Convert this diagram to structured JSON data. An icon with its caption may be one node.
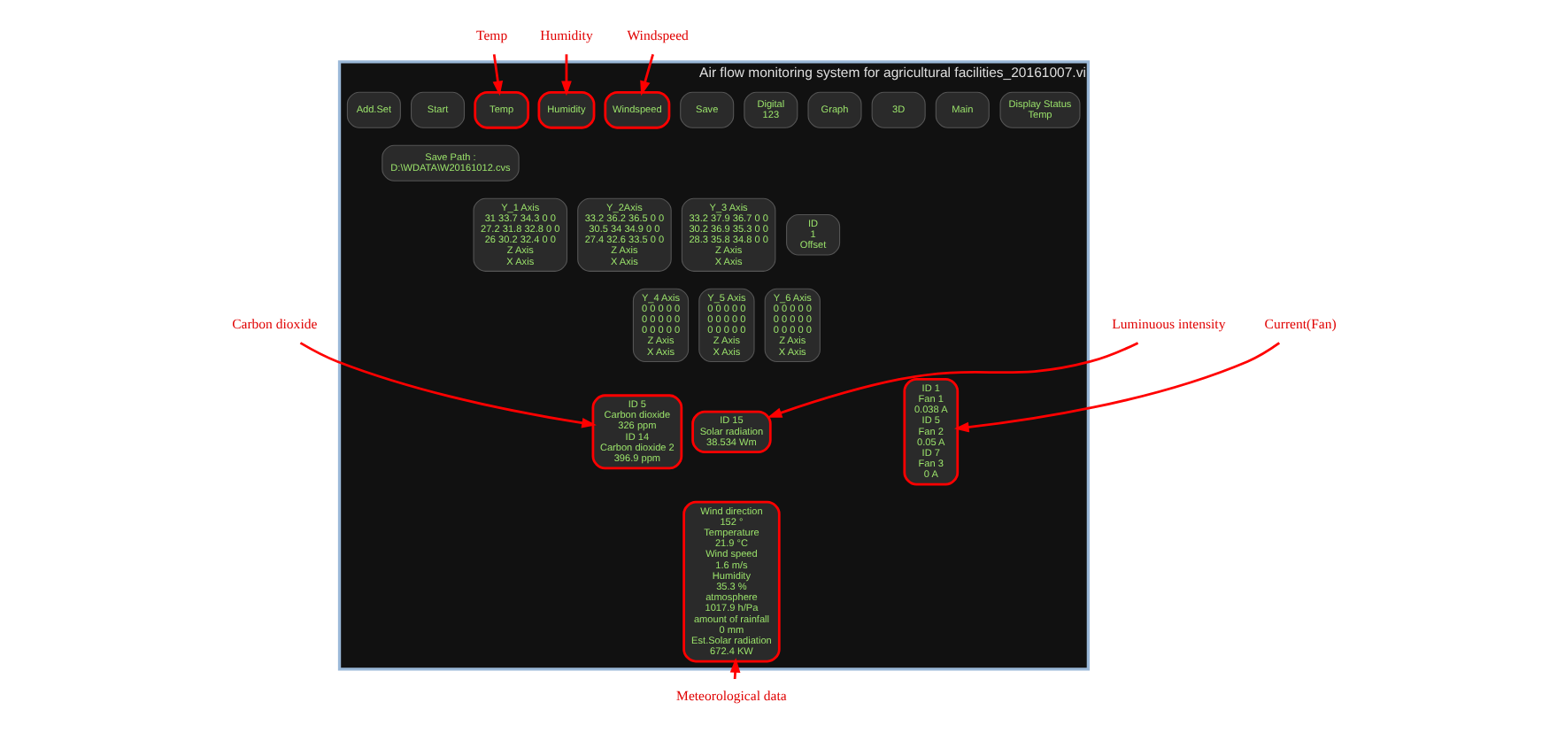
{
  "diagram": {
    "nodes": [
      {
        "text": [
          "Air flow monitoring system for agricultural facilities_20161007.vi"
        ]
      },
      {
        "text": [
          "Add.Set"
        ],
        "in": 0
      },
      {
        "text": [
          "Start"
        ],
        "in": 0
      },
      {
        "text": [
          "Temp"
        ],
        "in": 0
      },
      {
        "text": [
          "Humidity"
        ],
        "in": 0
      },
      {
        "text": [
          "Windspeed"
        ],
        "in": 0
      },
      {
        "text": [
          "Save"
        ],
        "in": 0
      },
      {
        "text": [
          "Digital",
          "123"
        ],
        "in": 0
      },
      {
        "text": [
          "Graph"
        ],
        "in": 0
      },
      {
        "text": [
          "3D"
        ],
        "in": 0
      },
      {
        "text": [
          "Main"
        ],
        "in": 0
      },
      {
        "text": [
          "Display Status",
          "Temp"
        ],
        "in": 0
      },
      {
        "text": [
          "Save Path :",
          "D:\\WDATA\\W20161012.cvs"
        ],
        "in": 0
      },
      {
        "text": [
          "Y_1 Axis",
          "31 33.7 34.3 0 0",
          "27.2 31.8 32.8 0 0",
          "26 30.2 32.4 0 0",
          "Z Axis",
          "X Axis"
        ],
        "in": 0
      },
      {
        "text": [
          "Y_2Axis",
          "33.2 36.2 36.5 0 0",
          "30.5 34 34.9 0 0",
          "27.4 32.6 33.5 0 0",
          "Z Axis",
          "X Axis"
        ],
        "in": 0
      },
      {
        "text": [
          "Y_3 Axis",
          "33.2 37.9 36.7 0 0",
          "30.2 36.9 35.3 0 0",
          "28.3 35.8 34.8 0 0",
          "Z Axis",
          "X Axis"
        ],
        "in": 0
      },
      {
        "text": [
          "Y_4 Axis",
          "0 0 0 0 0",
          "0 0 0 0 0",
          "0 0 0 0 0",
          "Z Axis",
          "X Axis"
        ],
        "in": 0
      },
      {
        "text": [
          "Y_5 Axis",
          "0 0 0 0 0",
          "0 0 0 0 0",
          "0 0 0 0 0",
          "Z Axis",
          "X Axis"
        ],
        "in": 0
      },
      {
        "text": [
          "Y_6 Axis",
          "0 0 0 0 0",
          "0 0 0 0 0",
          "0 0 0 0 0",
          "Z Axis",
          "X Axis"
        ],
        "in": 0
      },
      {
        "text": [
          "ID",
          "1",
          "Offset"
        ],
        "in": 0
      },
      {
        "text": [
          "ID 15",
          "Solar radiation",
          "38.534 Wm"
        ],
        "in": 0
      },
      {
        "text": [
          "ID 5",
          "Carbon dioxide",
          "326 ppm",
          "ID 14",
          "Carbon dioxide 2",
          "396.9 ppm"
        ],
        "in": 0
      },
      {
        "text": [
          "ID 1",
          "Fan 1",
          "0.038 A",
          "ID 5",
          "Fan 2",
          "0.05 A",
          "ID 7",
          "Fan 3",
          "0 A"
        ],
        "in": 0
      },
      {
        "text": [
          "Wind direction",
          "152 °",
          "Temperature",
          "21.9 °C",
          "Wind speed",
          "1.6 m/s",
          "Humidity",
          "35.3 %",
          "atmosphere",
          "1017.9 h/Pa",
          "amount of rainfall",
          "0 mm",
          "Est.Solar radiation",
          "672.4 KW"
        ],
        "in": 0
      },
      {
        "text": [
          "Temp"
        ]
      },
      {
        "text": [
          "Humidity"
        ]
      },
      {
        "text": [
          "Windspeed"
        ]
      },
      {
        "text": [
          "Carbon dioxide"
        ]
      },
      {
        "text": [
          "Luminuous intensity"
        ]
      },
      {
        "text": [
          "Current(Fan)"
        ]
      },
      {
        "text": [
          "Meteorological data"
        ]
      }
    ],
    "edges": [
      {
        "from": 24,
        "to": 3,
        "arrow": "to"
      },
      {
        "from": 25,
        "to": 4,
        "arrow": "to"
      },
      {
        "from": 26,
        "to": 5,
        "arrow": "to"
      },
      {
        "from": 27,
        "to": 21,
        "arrow": "to"
      },
      {
        "from": 28,
        "to": 20,
        "arrow": "to"
      },
      {
        "from": 29,
        "to": 22,
        "arrow": "to"
      },
      {
        "from": 30,
        "to": 23,
        "arrow": "to"
      }
    ]
  }
}
